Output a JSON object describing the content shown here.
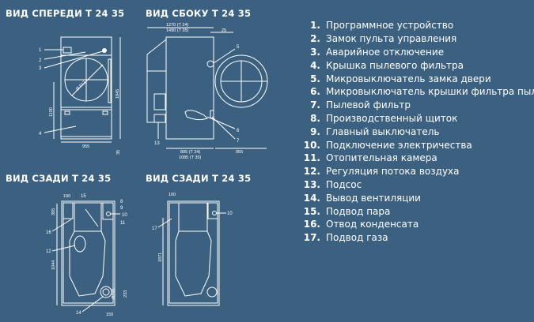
{
  "views": {
    "front": {
      "title": "ВИД СПЕРЕДИ Т 24 35",
      "callouts": [
        "1",
        "2",
        "3",
        "4"
      ],
      "dims": {
        "height_total": "1845",
        "height_door": "1100",
        "width": "955",
        "feet": "35",
        "diameter": "Ø 612"
      }
    },
    "side": {
      "title": "ВИД СБОКУ Т 24 35",
      "callouts": [
        "5",
        "6",
        "7",
        "13"
      ],
      "dims": {
        "depth_t24": "1270 (T 24)",
        "depth_t35": "1490 (T 35)",
        "offset": "25",
        "body_t24": "895 (T 24)",
        "body_t35": "1085 (T 35)",
        "door": "955"
      }
    },
    "rear_steam": {
      "title": "ВИД СЗАДИ Т 24 35",
      "callouts": [
        "15",
        "8",
        "9",
        "10",
        "11",
        "16",
        "12",
        "14"
      ],
      "dims": {
        "top": "190",
        "side": "395",
        "height": "1044",
        "duct": "Ø200",
        "duct_h": "233",
        "duct_w": "150"
      }
    },
    "rear_gas": {
      "title": "ВИД СЗАДИ Т 24 35",
      "callouts": [
        "10",
        "17"
      ],
      "dims": {
        "top": "100",
        "height": "1871"
      }
    }
  },
  "legend": [
    {
      "num": "1.",
      "label": "Программное устройство"
    },
    {
      "num": "2.",
      "label": "Замок пульта управления"
    },
    {
      "num": "3.",
      "label": "Аварийное отключение"
    },
    {
      "num": "4.",
      "label": "Крышка пылевого фильтра"
    },
    {
      "num": "5.",
      "label": "Микровыключатель замка двери"
    },
    {
      "num": "6.",
      "label": "Микровыключатель крышки фильтра пыли"
    },
    {
      "num": "7.",
      "label": "Пылевой фильтр"
    },
    {
      "num": "8.",
      "label": "Производственный щиток"
    },
    {
      "num": "9.",
      "label": "Главный выключатель"
    },
    {
      "num": "10.",
      "label": "Подключение электричества"
    },
    {
      "num": "11.",
      "label": "Отопительная камера"
    },
    {
      "num": "12.",
      "label": "Регуляция потока воздуха"
    },
    {
      "num": "13.",
      "label": "Подсос"
    },
    {
      "num": "14.",
      "label": "Вывод вентиляции"
    },
    {
      "num": "15.",
      "label": "Подвод пара"
    },
    {
      "num": "16.",
      "label": "Отвод конденсата"
    },
    {
      "num": "17.",
      "label": "Подвод газа"
    }
  ],
  "colors": {
    "background": "#3b6080",
    "lines": "#ffffff"
  }
}
